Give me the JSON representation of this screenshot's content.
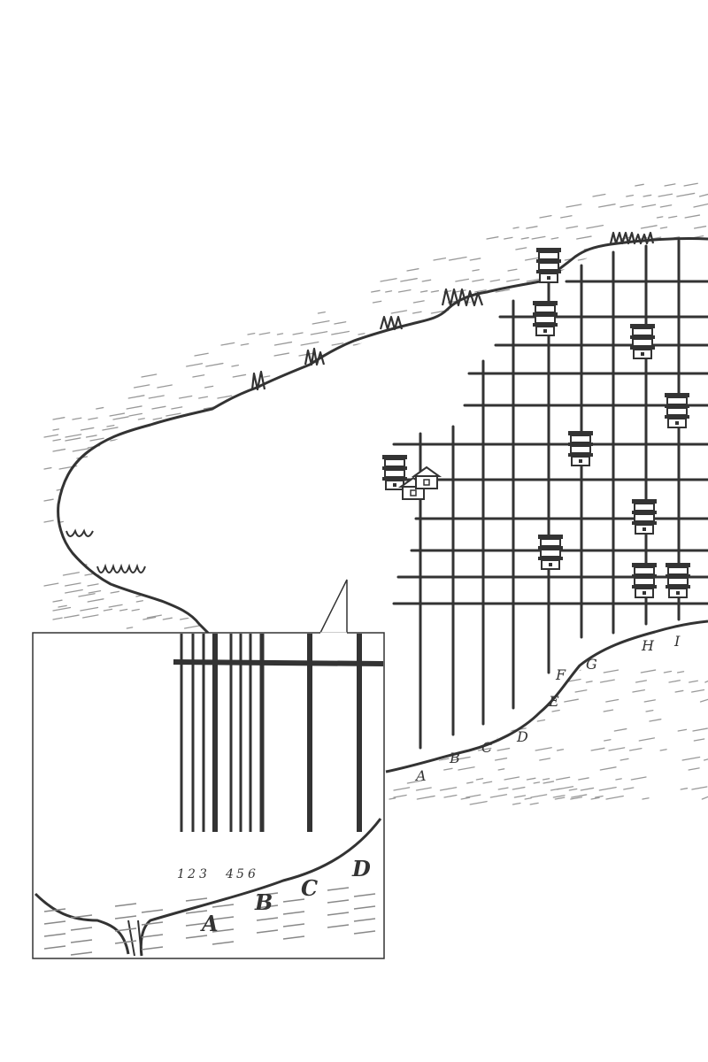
{
  "map": {
    "street_labels": [
      "A",
      "B",
      "C",
      "D",
      "E",
      "F",
      "G",
      "H",
      "I"
    ],
    "inset": {
      "street_labels": [
        "A",
        "B",
        "C",
        "D"
      ],
      "lot_numbers": [
        "1",
        "2",
        "3",
        "4",
        "5",
        "6"
      ]
    },
    "colors": {
      "ink": "#333333",
      "paper": "#ffffff",
      "water": "#888888"
    },
    "icons": [
      "pagoda-house-icon",
      "small-house-icon"
    ]
  }
}
